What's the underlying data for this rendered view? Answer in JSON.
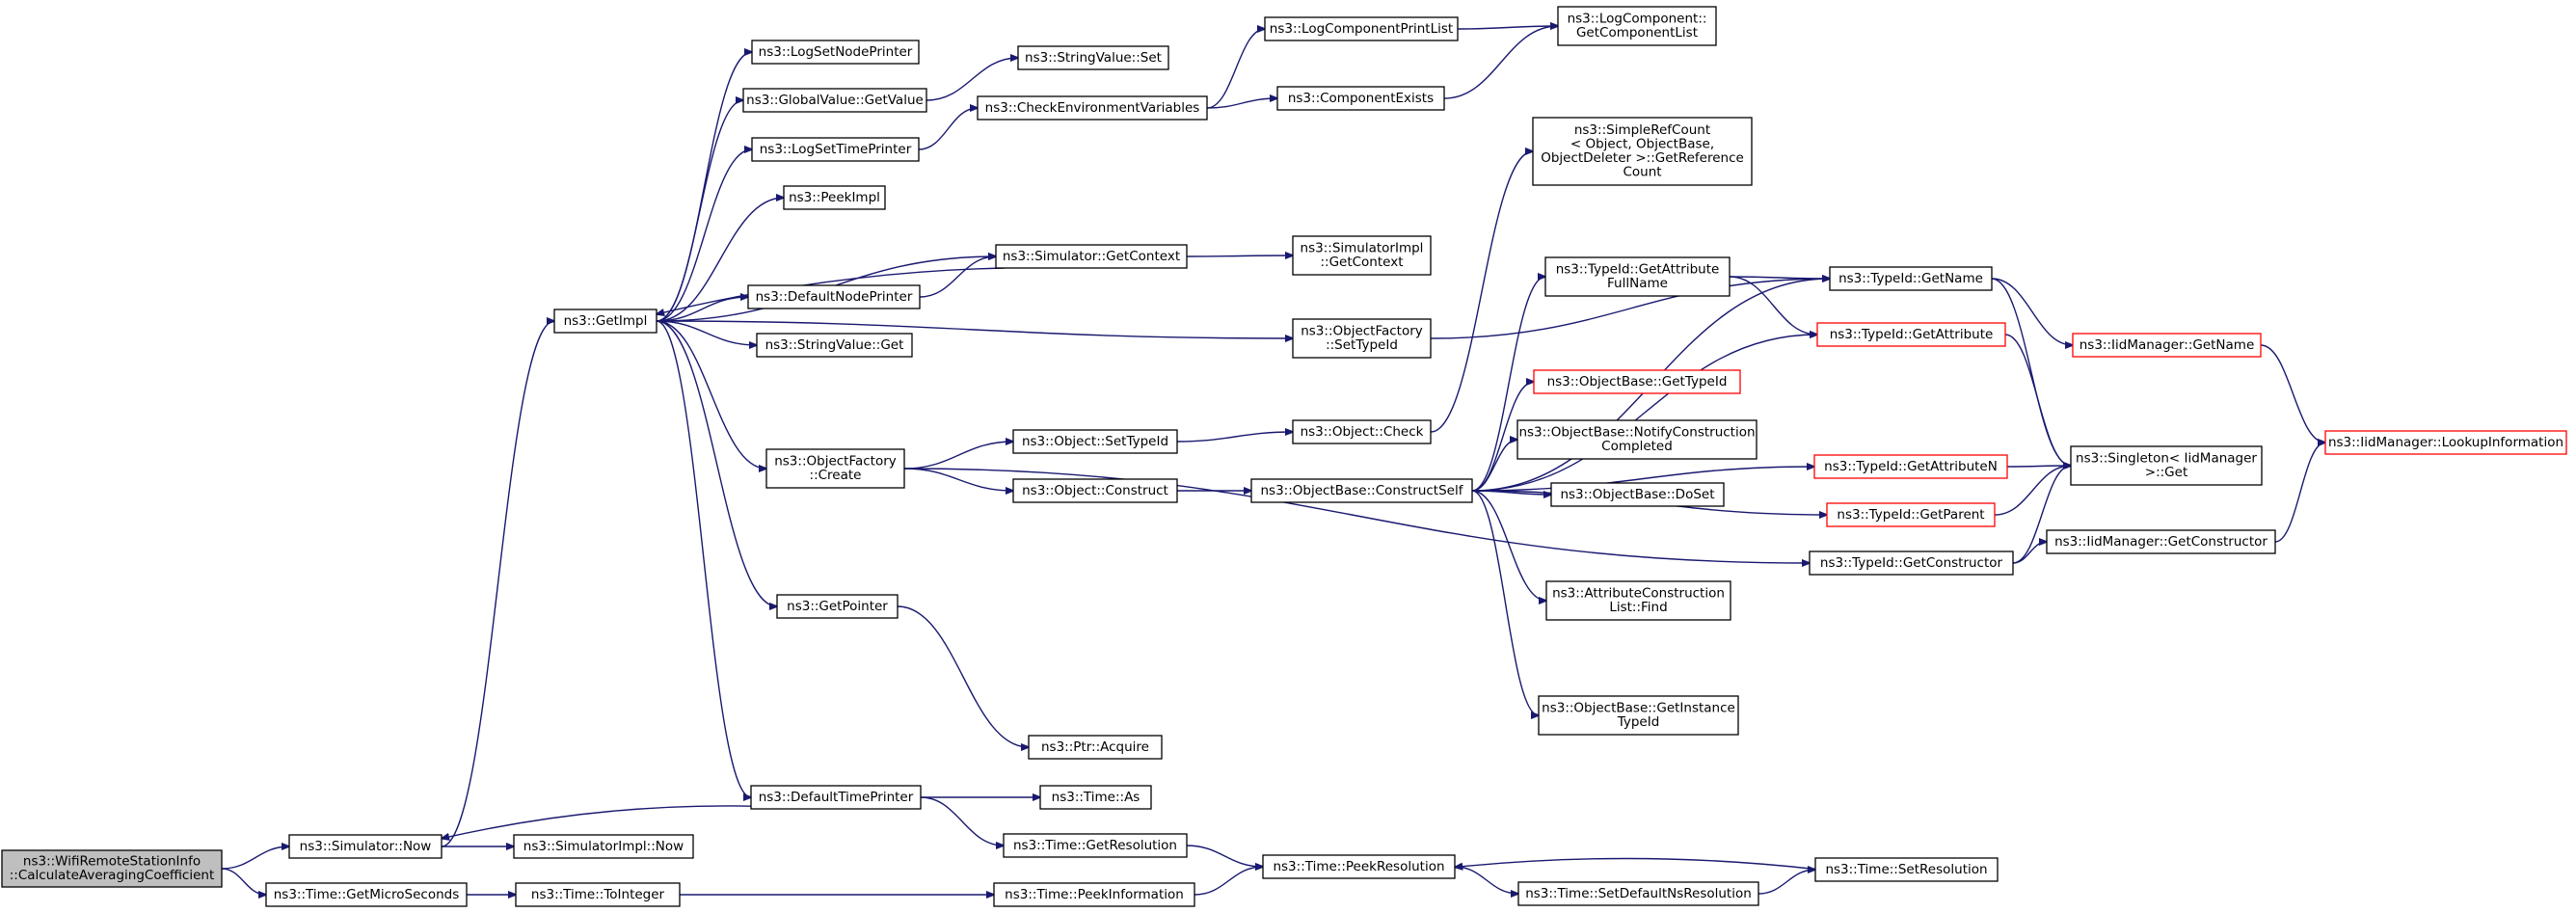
{
  "nodes": [
    {
      "id": "root",
      "lines": [
        "ns3::WifiRemoteStationInfo",
        "::CalculateAveragingCoefficient"
      ],
      "root": true
    },
    {
      "id": "simnow",
      "lines": [
        "ns3::Simulator::Now"
      ]
    },
    {
      "id": "getmicro",
      "lines": [
        "ns3::Time::GetMicroSeconds"
      ]
    },
    {
      "id": "getimpl",
      "lines": [
        "ns3::GetImpl"
      ]
    },
    {
      "id": "simimplnow",
      "lines": [
        "ns3::SimulatorImpl::Now"
      ]
    },
    {
      "id": "tointeger",
      "lines": [
        "ns3::Time::ToInteger"
      ]
    },
    {
      "id": "logsetnode",
      "lines": [
        "ns3::LogSetNodePrinter"
      ]
    },
    {
      "id": "globalget",
      "lines": [
        "ns3::GlobalValue::GetValue"
      ]
    },
    {
      "id": "logsettime",
      "lines": [
        "ns3::LogSetTimePrinter"
      ]
    },
    {
      "id": "peekimpl",
      "lines": [
        "ns3::PeekImpl"
      ]
    },
    {
      "id": "simgetctx",
      "lines": [
        "ns3::Simulator::GetContext"
      ]
    },
    {
      "id": "defnode",
      "lines": [
        "ns3::DefaultNodePrinter"
      ]
    },
    {
      "id": "strget",
      "lines": [
        "ns3::StringValue::Get"
      ]
    },
    {
      "id": "ofcreate",
      "lines": [
        "ns3::ObjectFactory",
        "::Create"
      ]
    },
    {
      "id": "getpointer",
      "lines": [
        "ns3::GetPointer"
      ]
    },
    {
      "id": "deftime",
      "lines": [
        "ns3::DefaultTimePrinter"
      ]
    },
    {
      "id": "strset",
      "lines": [
        "ns3::StringValue::Set"
      ]
    },
    {
      "id": "checkenv",
      "lines": [
        "ns3::CheckEnvironmentVariables"
      ]
    },
    {
      "id": "simimplctx",
      "lines": [
        "ns3::SimulatorImpl",
        "::GetContext"
      ]
    },
    {
      "id": "ofsettype",
      "lines": [
        "ns3::ObjectFactory",
        "::SetTypeId"
      ]
    },
    {
      "id": "objsettype",
      "lines": [
        "ns3::Object::SetTypeId"
      ]
    },
    {
      "id": "objconstruct",
      "lines": [
        "ns3::Object::Construct"
      ]
    },
    {
      "id": "ptracquire",
      "lines": [
        "ns3::Ptr::Acquire"
      ]
    },
    {
      "id": "timeas",
      "lines": [
        "ns3::Time::As"
      ]
    },
    {
      "id": "getres",
      "lines": [
        "ns3::Time::GetResolution"
      ]
    },
    {
      "id": "peekinfo",
      "lines": [
        "ns3::Time::PeekInformation"
      ]
    },
    {
      "id": "logcompprint",
      "lines": [
        "ns3::LogComponentPrintList"
      ]
    },
    {
      "id": "compexists",
      "lines": [
        "ns3::ComponentExists"
      ]
    },
    {
      "id": "objcheck",
      "lines": [
        "ns3::Object::Check"
      ]
    },
    {
      "id": "constructself",
      "lines": [
        "ns3::ObjectBase::ConstructSelf"
      ]
    },
    {
      "id": "peekres",
      "lines": [
        "ns3::Time::PeekResolution"
      ]
    },
    {
      "id": "logcompget",
      "lines": [
        "ns3::LogComponent::",
        "GetComponentList"
      ]
    },
    {
      "id": "simplerefcount",
      "lines": [
        "ns3::SimpleRefCount",
        "< Object, ObjectBase,",
        "ObjectDeleter >::GetReference",
        "Count"
      ]
    },
    {
      "id": "getattrfull",
      "lines": [
        "ns3::TypeId::GetAttribute",
        "FullName"
      ]
    },
    {
      "id": "objbasegettype",
      "lines": [
        "ns3::ObjectBase::GetTypeId"
      ],
      "truncated": true
    },
    {
      "id": "notifyconstr",
      "lines": [
        "ns3::ObjectBase::NotifyConstruction",
        "Completed"
      ]
    },
    {
      "id": "doset",
      "lines": [
        "ns3::ObjectBase::DoSet"
      ]
    },
    {
      "id": "attrfind",
      "lines": [
        "ns3::AttributeConstruction",
        "List::Find"
      ]
    },
    {
      "id": "getinstance",
      "lines": [
        "ns3::ObjectBase::GetInstance",
        "TypeId"
      ]
    },
    {
      "id": "setdefaultns",
      "lines": [
        "ns3::Time::SetDefaultNsResolution"
      ]
    },
    {
      "id": "tidgetname",
      "lines": [
        "ns3::TypeId::GetName"
      ]
    },
    {
      "id": "tidgetattr",
      "lines": [
        "ns3::TypeId::GetAttribute"
      ],
      "truncated": true
    },
    {
      "id": "tidgetattrn",
      "lines": [
        "ns3::TypeId::GetAttributeN"
      ],
      "truncated": true
    },
    {
      "id": "tidgetparent",
      "lines": [
        "ns3::TypeId::GetParent"
      ],
      "truncated": true
    },
    {
      "id": "tidgetconstr",
      "lines": [
        "ns3::TypeId::GetConstructor"
      ]
    },
    {
      "id": "timesetres",
      "lines": [
        "ns3::Time::SetResolution"
      ]
    },
    {
      "id": "singletonget",
      "lines": [
        "ns3::Singleton< IidManager",
        ">::Get"
      ]
    },
    {
      "id": "iidgetname",
      "lines": [
        "ns3::IidManager::GetName"
      ],
      "truncated": true
    },
    {
      "id": "iidgetconstr",
      "lines": [
        "ns3::IidManager::GetConstructor"
      ]
    },
    {
      "id": "iidlookup",
      "lines": [
        "ns3::IidManager::LookupInformation"
      ],
      "truncated": true
    }
  ],
  "edges": [
    [
      "root",
      "simnow"
    ],
    [
      "root",
      "getmicro"
    ],
    [
      "simnow",
      "getimpl"
    ],
    [
      "simnow",
      "simimplnow"
    ],
    [
      "getmicro",
      "tointeger"
    ],
    [
      "tointeger",
      "peekinfo"
    ],
    [
      "getimpl",
      "logsetnode"
    ],
    [
      "getimpl",
      "globalget"
    ],
    [
      "getimpl",
      "logsettime"
    ],
    [
      "getimpl",
      "peekimpl"
    ],
    [
      "getimpl",
      "simgetctx"
    ],
    [
      "getimpl",
      "defnode"
    ],
    [
      "getimpl",
      "strget"
    ],
    [
      "getimpl",
      "ofcreate"
    ],
    [
      "getimpl",
      "getpointer"
    ],
    [
      "getimpl",
      "deftime"
    ],
    [
      "getimpl",
      "ofsettype"
    ],
    [
      "globalget",
      "strset"
    ],
    [
      "logsettime",
      "checkenv"
    ],
    [
      "simgetctx",
      "getimpl"
    ],
    [
      "simgetctx",
      "simimplctx"
    ],
    [
      "defnode",
      "simgetctx"
    ],
    [
      "ofcreate",
      "objsettype"
    ],
    [
      "ofcreate",
      "objconstruct"
    ],
    [
      "ofcreate",
      "tidgetconstr"
    ],
    [
      "getpointer",
      "ptracquire"
    ],
    [
      "deftime",
      "simnow"
    ],
    [
      "deftime",
      "timeas"
    ],
    [
      "deftime",
      "getres"
    ],
    [
      "checkenv",
      "logcompprint"
    ],
    [
      "checkenv",
      "compexists"
    ],
    [
      "logcompprint",
      "logcompget"
    ],
    [
      "compexists",
      "logcompget"
    ],
    [
      "ofsettype",
      "tidgetname"
    ],
    [
      "objsettype",
      "objcheck"
    ],
    [
      "objcheck",
      "simplerefcount"
    ],
    [
      "objconstruct",
      "constructself"
    ],
    [
      "constructself",
      "getattrfull"
    ],
    [
      "constructself",
      "objbasegettype"
    ],
    [
      "constructself",
      "notifyconstr"
    ],
    [
      "constructself",
      "doset"
    ],
    [
      "constructself",
      "attrfind"
    ],
    [
      "constructself",
      "getinstance"
    ],
    [
      "constructself",
      "tidgetname"
    ],
    [
      "constructself",
      "tidgetattr"
    ],
    [
      "constructself",
      "tidgetattrn"
    ],
    [
      "constructself",
      "tidgetparent"
    ],
    [
      "getattrfull",
      "tidgetname"
    ],
    [
      "getattrfull",
      "tidgetattr"
    ],
    [
      "getres",
      "peekres"
    ],
    [
      "peekinfo",
      "peekres"
    ],
    [
      "peekres",
      "setdefaultns"
    ],
    [
      "setdefaultns",
      "timesetres"
    ],
    [
      "timesetres",
      "peekres"
    ],
    [
      "tidgetname",
      "iidgetname"
    ],
    [
      "tidgetname",
      "singletonget"
    ],
    [
      "tidgetattr",
      "singletonget"
    ],
    [
      "tidgetattrn",
      "singletonget"
    ],
    [
      "tidgetparent",
      "singletonget"
    ],
    [
      "tidgetconstr",
      "singletonget"
    ],
    [
      "tidgetconstr",
      "iidgetconstr"
    ],
    [
      "iidgetname",
      "iidlookup"
    ],
    [
      "iidgetconstr",
      "iidlookup"
    ]
  ]
}
